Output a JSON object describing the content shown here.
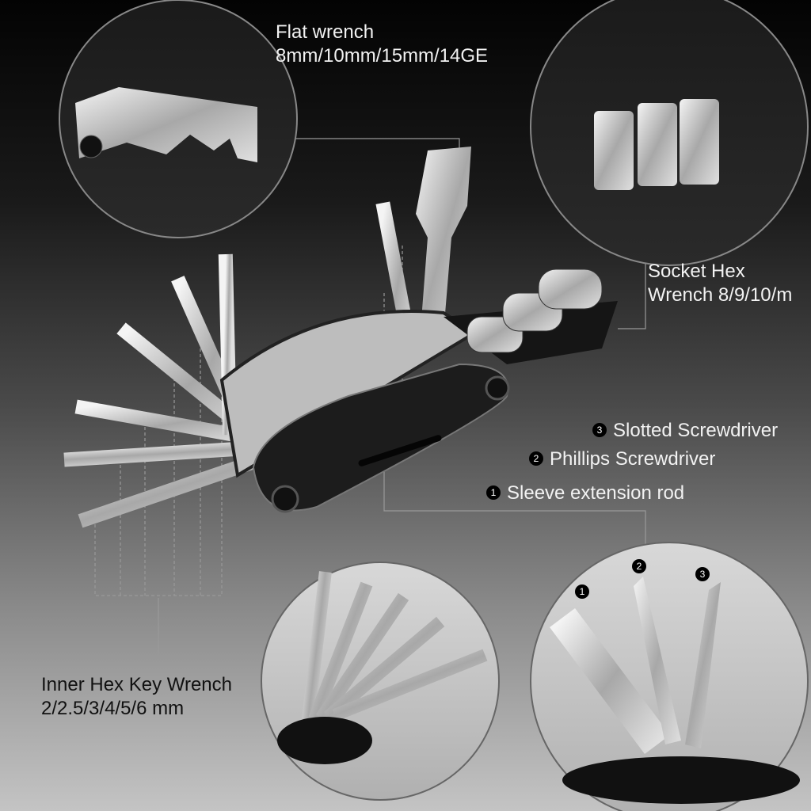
{
  "labels": {
    "flat_wrench": {
      "title": "Flat wrench",
      "sizes": "8mm/10mm/15mm/14GE"
    },
    "socket_hex": {
      "title": "Socket Hex",
      "sizes": "Wrench 8/9/10/m"
    },
    "screwdrivers": [
      {
        "num": "3",
        "text": "Slotted Screwdriver"
      },
      {
        "num": "2",
        "text": "Phillips Screwdriver"
      },
      {
        "num": "1",
        "text": "Sleeve extension rod"
      }
    ],
    "inner_hex": {
      "title": "Inner Hex Key Wrench",
      "sizes": "2/2.5/3/4/5/6 mm"
    }
  },
  "detail_badges": [
    "1",
    "2",
    "3"
  ]
}
